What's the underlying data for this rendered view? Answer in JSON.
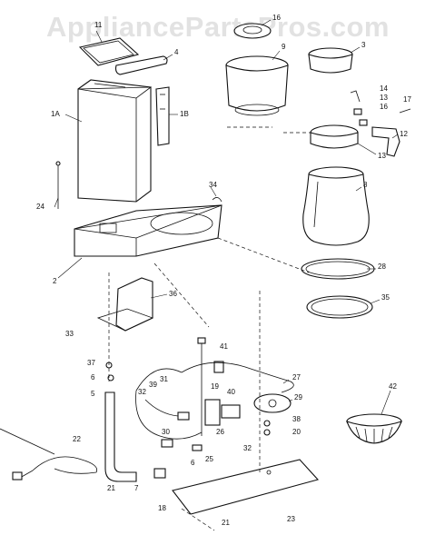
{
  "watermark": "AppliancePartsPros.com",
  "callouts": [
    {
      "id": "c11",
      "text": "11"
    },
    {
      "id": "c4",
      "text": "4"
    },
    {
      "id": "c1a",
      "text": "1A"
    },
    {
      "id": "c1b",
      "text": "1B"
    },
    {
      "id": "c16",
      "text": "16"
    },
    {
      "id": "c9",
      "text": "9"
    },
    {
      "id": "c3",
      "text": "3"
    },
    {
      "id": "c14",
      "text": "14"
    },
    {
      "id": "c13",
      "text": "13"
    },
    {
      "id": "c16b",
      "text": "16"
    },
    {
      "id": "c17",
      "text": "17"
    },
    {
      "id": "c12",
      "text": "12"
    },
    {
      "id": "c13b",
      "text": "13"
    },
    {
      "id": "c8",
      "text": "8"
    },
    {
      "id": "c24",
      "text": "24"
    },
    {
      "id": "c34",
      "text": "34"
    },
    {
      "id": "c2",
      "text": "2"
    },
    {
      "id": "c28",
      "text": "28"
    },
    {
      "id": "c36",
      "text": "36"
    },
    {
      "id": "c35",
      "text": "35"
    },
    {
      "id": "c33",
      "text": "33"
    },
    {
      "id": "c41",
      "text": "41"
    },
    {
      "id": "c37",
      "text": "37"
    },
    {
      "id": "c6",
      "text": "6"
    },
    {
      "id": "c27",
      "text": "27"
    },
    {
      "id": "c5",
      "text": "5"
    },
    {
      "id": "c32",
      "text": "32"
    },
    {
      "id": "c39",
      "text": "39"
    },
    {
      "id": "c31",
      "text": "31"
    },
    {
      "id": "c19",
      "text": "19"
    },
    {
      "id": "c40",
      "text": "40"
    },
    {
      "id": "c29",
      "text": "29"
    },
    {
      "id": "c42",
      "text": "42"
    },
    {
      "id": "c38",
      "text": "38"
    },
    {
      "id": "c20",
      "text": "20"
    },
    {
      "id": "c22",
      "text": "22"
    },
    {
      "id": "c30",
      "text": "30"
    },
    {
      "id": "c26",
      "text": "26"
    },
    {
      "id": "c32b",
      "text": "32"
    },
    {
      "id": "c6b",
      "text": "6"
    },
    {
      "id": "c25",
      "text": "25"
    },
    {
      "id": "c21",
      "text": "21"
    },
    {
      "id": "c7",
      "text": "7"
    },
    {
      "id": "c18",
      "text": "18"
    },
    {
      "id": "c21b",
      "text": "21"
    },
    {
      "id": "c23",
      "text": "23"
    }
  ]
}
